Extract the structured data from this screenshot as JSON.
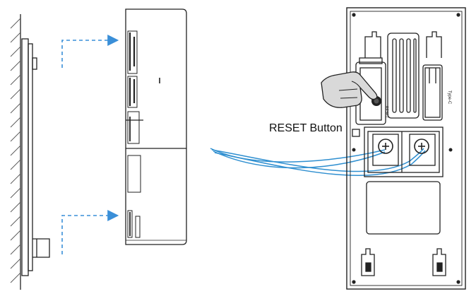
{
  "labels": {
    "reset_button": "RESET Button",
    "port_label": "Type-C",
    "chip_label": "RESET"
  },
  "colors": {
    "line": "#222222",
    "wire": "#2f8fd0",
    "arrow": "#3a8fd8",
    "hand_fill": "#d9d9d9",
    "wall_hatch": "#555555"
  },
  "icons": {
    "hand": "pointing-hand-icon",
    "screw": "screw-icon"
  }
}
